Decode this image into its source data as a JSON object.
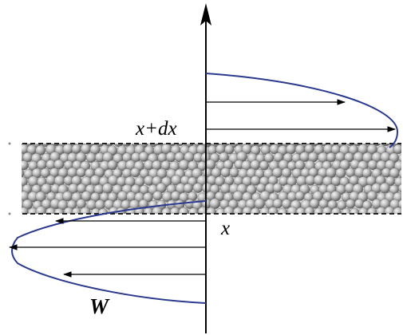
{
  "labels": {
    "x_plus_dx": "x+dx",
    "x": "x",
    "w": "W"
  },
  "colors": {
    "profile_curve": "#2b3a8f",
    "axis": "#000000",
    "arrow": "#000000",
    "boundary": "#222222",
    "particle_light": "#f2f2f2",
    "particle_mid": "#b8b8b8",
    "particle_dark": "#4a4a4a"
  }
}
